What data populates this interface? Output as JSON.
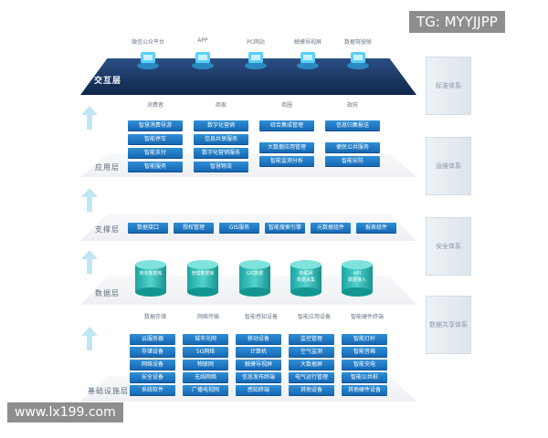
{
  "watermark_top": "TG: MYYJJPP",
  "watermark_bottom": "www.lx199.com",
  "interaction": {
    "label": "交互层",
    "items": [
      "微信公众平台",
      "APP",
      "PC网站",
      "触摸导视屏",
      "数据驾驶舱"
    ]
  },
  "application": {
    "label": "应用层",
    "columns": [
      {
        "head": "消费者",
        "items": [
          "智慧消费导游",
          "智能停车",
          "智能支付",
          "智能服务"
        ]
      },
      {
        "head": "商家",
        "items": [
          "数字化营销",
          "信息共享服务",
          "数字化营销服务",
          "智慧物流"
        ]
      },
      {
        "head": "商圈",
        "items": [
          "综合集成管理",
          "大数据应用管理",
          "智能监测分析"
        ]
      },
      {
        "head": "政府",
        "items": [
          "信息归集报送",
          "便民公共服务",
          "智能安防"
        ]
      }
    ]
  },
  "support": {
    "label": "支撑层",
    "items": [
      "数据接口",
      "授权管理",
      "GIS服务",
      "智能搜索引擎",
      "元数据组件",
      "报表组件"
    ]
  },
  "data": {
    "label": "数据层",
    "items": [
      [
        "商务数据库"
      ],
      [
        "管理数据库"
      ],
      [
        "GIS数据"
      ],
      [
        "物联网",
        "数据采集"
      ],
      [
        "API",
        "数据接入"
      ]
    ]
  },
  "infrastructure": {
    "label": "基础设施层",
    "columns": [
      {
        "head": "数据存储",
        "items": [
          "云服务器",
          "存储设备",
          "网络设备",
          "安全设备",
          "系统软件"
        ]
      },
      {
        "head": "网络传输",
        "items": [
          "城市光网",
          "5G网络",
          "物联网",
          "无线网络",
          "广播电视网"
        ]
      },
      {
        "head": "智能感知设备",
        "items": [
          "移动设备",
          "计算机",
          "触摸导视屏",
          "信息发布终端",
          "感知终端"
        ]
      },
      {
        "head": "智能应用设备",
        "items": [
          "监控管理",
          "空气监测",
          "大数据屏",
          "电气运行管理",
          "其他设备"
        ]
      },
      {
        "head": "智能硬件终端",
        "items": [
          "智能灯杆",
          "智能音箱",
          "智能充电",
          "智能公共桩",
          "其他硬件设备"
        ]
      }
    ]
  },
  "pillars": [
    "标准体系",
    "运维体系",
    "安全体系",
    "数据共享体系"
  ],
  "colors": {
    "accent": "#1668b4",
    "teal": "#1aa6a3",
    "dark_plate": "#17365d"
  }
}
